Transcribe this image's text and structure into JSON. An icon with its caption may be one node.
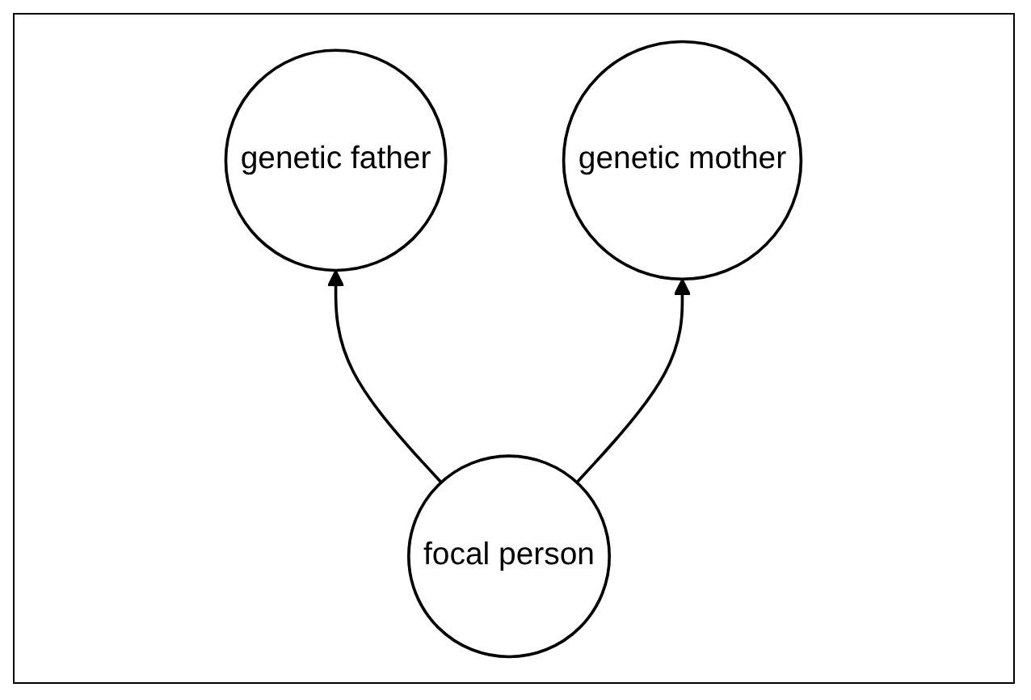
{
  "diagram": {
    "nodes": [
      {
        "text": [
          "genetic father"
        ]
      },
      {
        "text": [
          "genetic mother"
        ]
      },
      {
        "text": [
          "focal person"
        ]
      }
    ],
    "edges": [
      {
        "from": 2,
        "to": 0,
        "arrow": "to"
      },
      {
        "from": 2,
        "to": 1,
        "arrow": "to"
      }
    ]
  }
}
